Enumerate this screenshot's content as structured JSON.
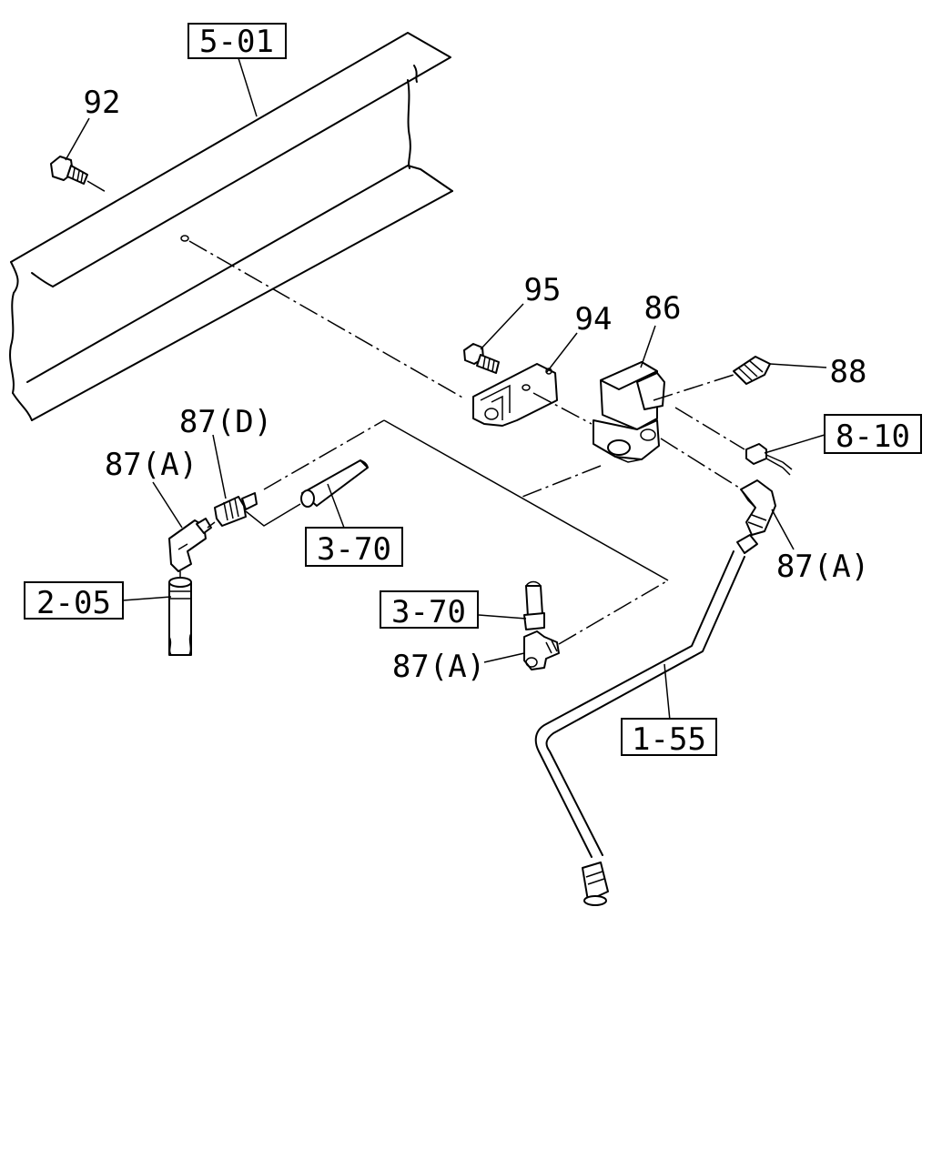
{
  "refs": {
    "frame": "5-01",
    "hose_left": "2-05",
    "pipe_upper": "3-70",
    "pipe_lower": "3-70",
    "harness": "8-10",
    "pipe_long": "1-55"
  },
  "callouts": {
    "bolt_92": "92",
    "bolt_95": "95",
    "bracket_94": "94",
    "valve_86": "86",
    "cap_88": "88",
    "elbow_left": "87(A)",
    "connector_d": "87(D)",
    "elbow_right": "87(A)",
    "elbow_lower": "87(A)"
  }
}
